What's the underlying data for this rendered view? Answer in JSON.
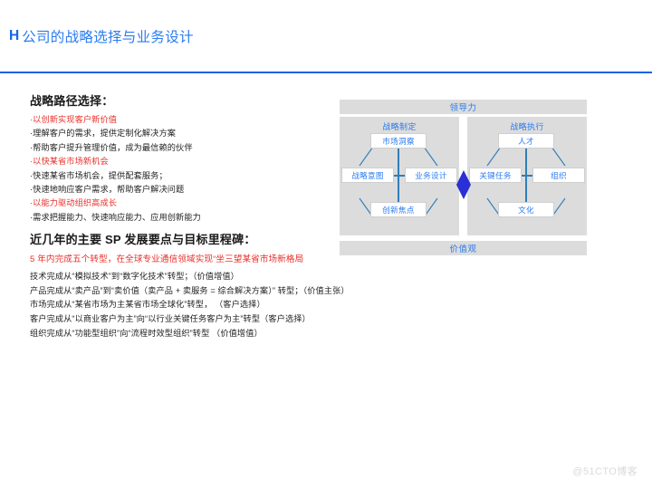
{
  "slide": {
    "title_initial": "H",
    "title": "公司的战略选择与业务设计",
    "watermark": "@51CTO博客"
  },
  "left": {
    "section1_heading": "战略路径选择：",
    "bullets": [
      {
        "text": "·以创新实现客户新价值",
        "emphasis": true
      },
      {
        "text": "·理解客户的需求，提供定制化解决方案",
        "emphasis": false
      },
      {
        "text": "·帮助客户提升管理价值，成为最信赖的伙伴",
        "emphasis": false
      },
      {
        "text": "·以快某省市场新机会",
        "emphasis": true
      },
      {
        "text": "·快速某省市场机会，提供配套服务；",
        "emphasis": false
      },
      {
        "text": "·快速地响应客户需求，帮助客户解决问题",
        "emphasis": false
      },
      {
        "text": "·以能力驱动组织高成长",
        "emphasis": true
      },
      {
        "text": "·需求把握能力、快速响应能力、应用创新能力",
        "emphasis": false
      }
    ],
    "section2_heading": "近几年的主要 SP 发展要点与目标里程碑：",
    "highlight_line": "5 年内完成五个转型，在全球专业通信领域实现“坐三望某省市场新格局",
    "paragraph_lines": [
      "技术完成从“模拟技术”到“数字化技术”转型；（价值增值）",
      "产品完成从“卖产品”到“卖价值（卖产品 + 卖服务 = 综合解决方案）” 转型；（价值主张）",
      "市场完成从“某省市场为主某省市场全球化”转型， （客户选择）",
      "客户完成从“以商业客户为主”向“以行业关键任务客户为主”转型（客户选择）",
      "组织完成从“功能型组织”向“流程时效型组织”转型 （价值增值）"
    ]
  },
  "diagram": {
    "top_band": "领导力",
    "bottom_band": "价值观",
    "left_pane": {
      "title": "战略制定",
      "top": "市场洞察",
      "left": "战略意图",
      "right": "业务设计",
      "bottom": "创新焦点"
    },
    "right_pane": {
      "title": "战略执行",
      "top": "人才",
      "left": "关键任务",
      "right": "组织",
      "bottom": "文化"
    },
    "center_marker": "diamond",
    "colors": {
      "panel_gray": "#dcdcdc",
      "label_blue": "#2a7bf0",
      "connector_teal": "#2e7fb8",
      "diamond_blue": "#2b2fd6"
    }
  }
}
